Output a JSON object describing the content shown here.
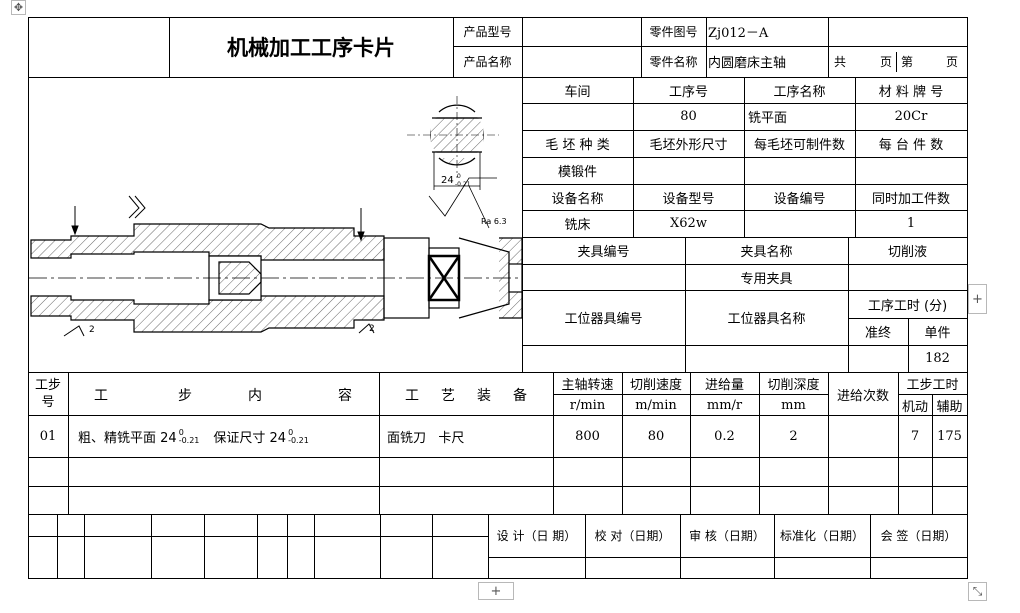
{
  "header": {
    "title": "机械加工工序卡片",
    "product_model_label": "产品型号",
    "product_model_value": "",
    "product_name_label": "产品名称",
    "product_name_value": "",
    "part_no_label": "零件图号",
    "part_no_value": "Zj012－A",
    "part_name_label": "零件名称",
    "part_name_value": "内圆磨床主轴",
    "total_label": "共",
    "page_unit1": "页",
    "page_label": "第",
    "page_unit2": "页"
  },
  "drawing": {
    "dim_24": "24",
    "tol_upper": "0",
    "tol_lower": "-0.21",
    "ra": "Ra 6.3",
    "sym2a": "2",
    "sym2b": "2"
  },
  "info": {
    "workshop_label": "车间",
    "op_no_label": "工序号",
    "op_name_label": "工序名称",
    "material_label": "材 料 牌 号",
    "op_no_value": "80",
    "op_name_value": "铣平面",
    "material_value": "20Cr",
    "blank_type_label": "毛 坯 种 类",
    "blank_size_label": "毛坯外形尺寸",
    "per_blank_label": "每毛坯可制件数",
    "per_unit_label": "每 台 件 数",
    "blank_type_value": "模锻件",
    "equip_name_label": "设备名称",
    "equip_model_label": "设备型号",
    "equip_no_label": "设备编号",
    "simul_label": "同时加工件数",
    "equip_name_value": "铣床",
    "equip_model_value": "X62w",
    "simul_value": "1",
    "fixture_no_label": "夹具编号",
    "fixture_name_label": "夹具名称",
    "coolant_label": "切削液",
    "fixture_name_value": "专用夹具",
    "station_tool_no_label": "工位器具编号",
    "station_tool_name_label": "工位器具名称",
    "op_time_label": "工序工时 (分)",
    "prep_label": "准终",
    "unit_label": "单件",
    "unit_value": "182"
  },
  "steps": {
    "headers": {
      "step_no": "工步号",
      "content": [
        "工",
        "步",
        "内",
        "容"
      ],
      "equipment": [
        "工",
        "艺",
        "装",
        "备"
      ],
      "speed": "主轴转速",
      "cut_speed": "切削速度",
      "feed": "进给量",
      "depth": "切削深度",
      "passes": "进给次数",
      "step_time": "工步工时",
      "speed_unit": "r/min",
      "cut_speed_unit": "m/min",
      "feed_unit": "mm/r",
      "depth_unit": "mm",
      "machine": "机动",
      "aux": "辅助"
    },
    "rows": [
      {
        "no": "01",
        "content_a": "粗、精铣平面 24",
        "content_b": "保证尺寸 24",
        "tol_upper": "0",
        "tol_lower": "-0.21",
        "equipment": "面铣刀   卡尺",
        "speed": "800",
        "cut_speed": "80",
        "feed": "0.2",
        "depth": "2",
        "passes": "",
        "machine": "7",
        "aux": "175"
      }
    ]
  },
  "signoff": {
    "design": "设 计（日 期）",
    "check": "校 对（日期）",
    "review": "审 核（日期）",
    "standard": "标准化（日期）",
    "countersign": "会 签（日期）"
  },
  "ui": {
    "move_handle": "✥",
    "add_row": "+",
    "add_col": "+",
    "resize": "⤡"
  }
}
